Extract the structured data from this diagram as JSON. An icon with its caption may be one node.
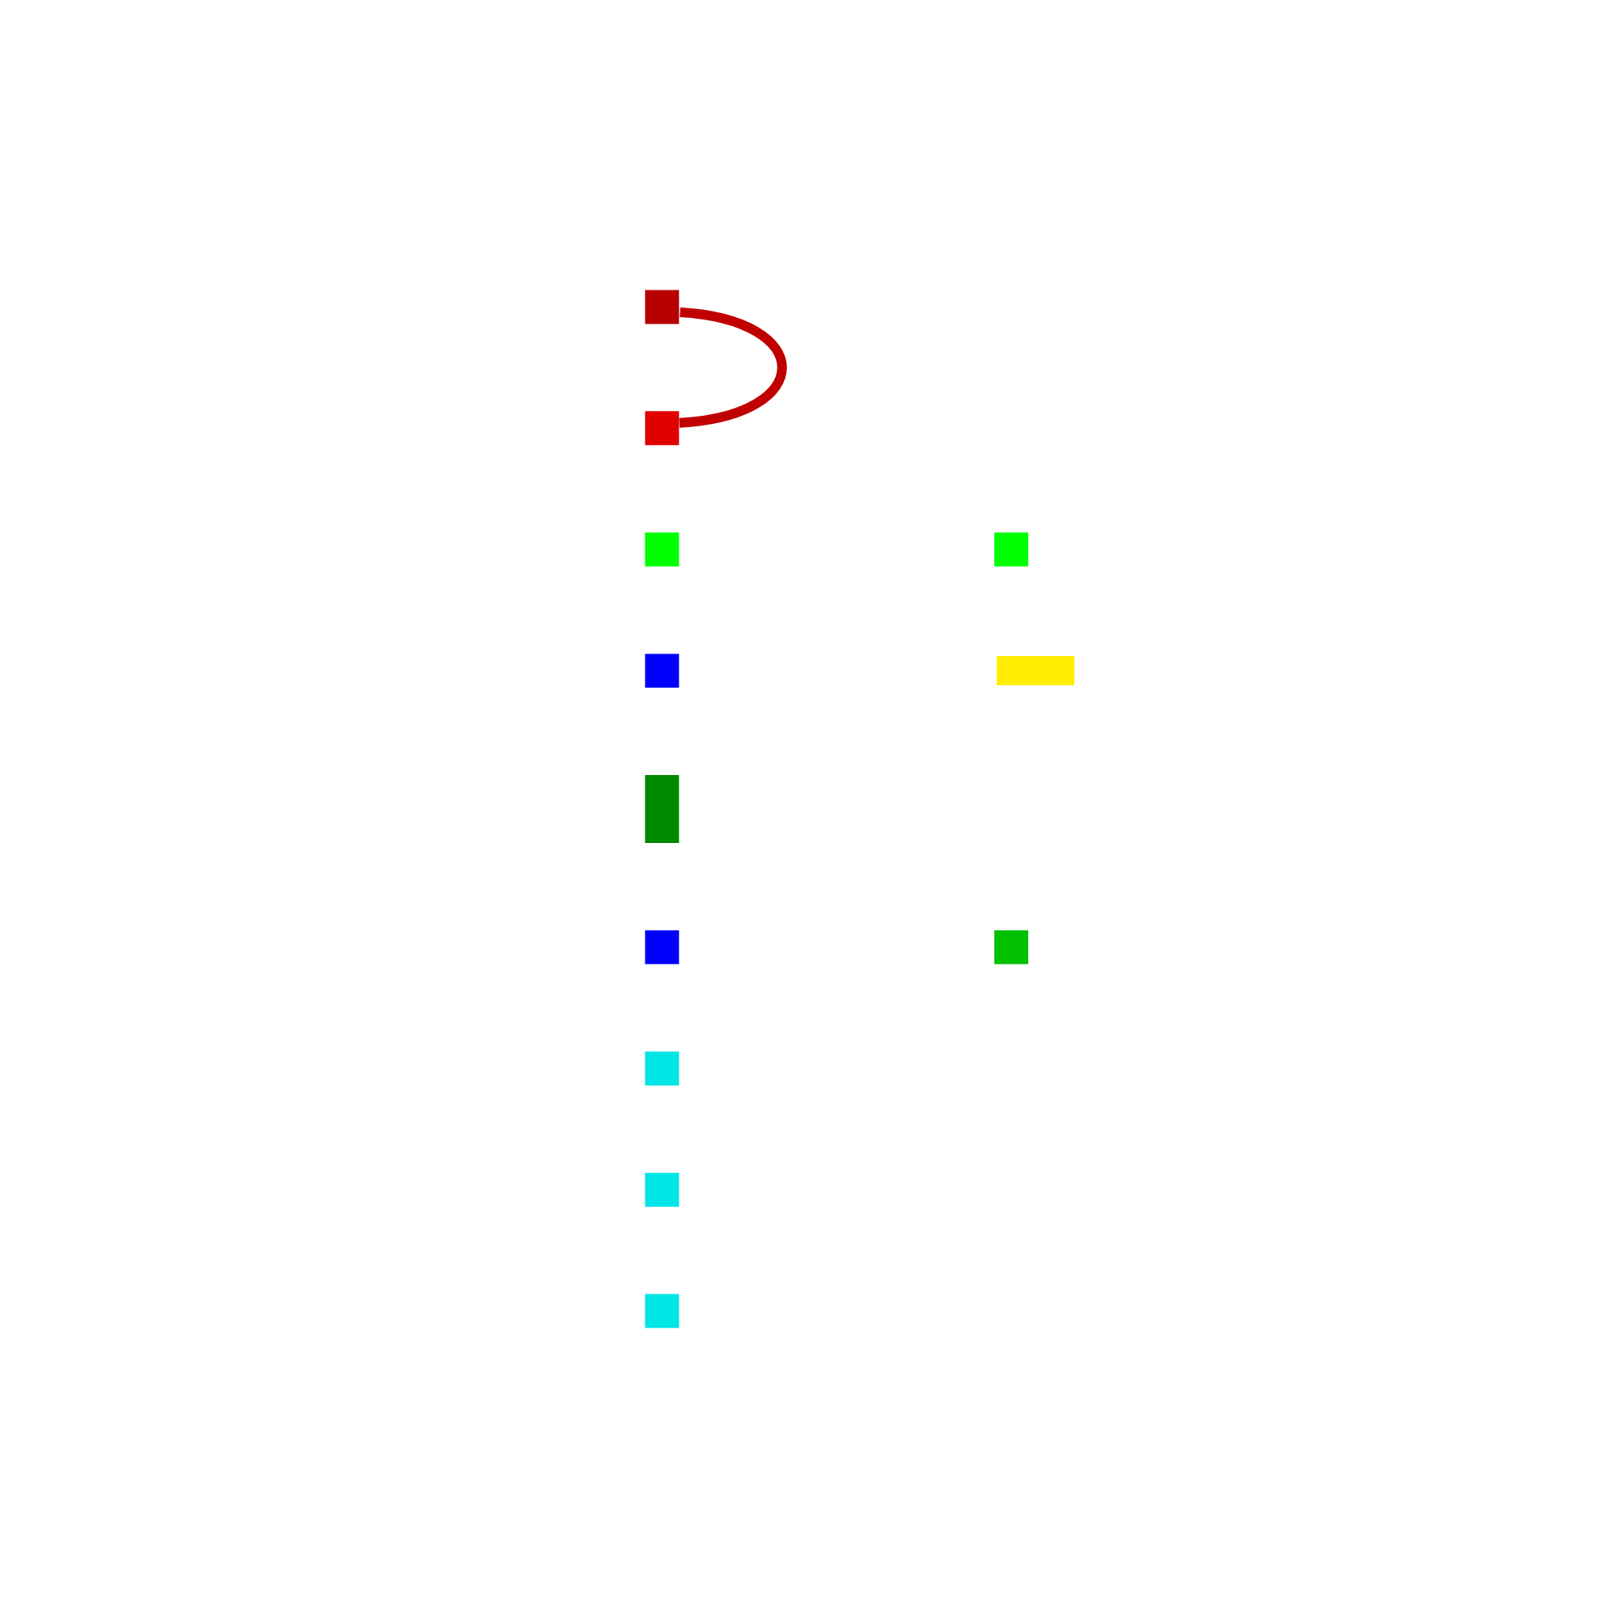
{
  "diagram": {
    "nodes": [
      {
        "text": [],
        "shape": "box"
      },
      {
        "text": [],
        "shape": "box"
      },
      {
        "text": [],
        "shape": "box"
      },
      {
        "text": [],
        "shape": "box"
      },
      {
        "text": [],
        "shape": "box"
      },
      {
        "text": [],
        "shape": "bar"
      },
      {
        "text": [],
        "shape": "bar"
      },
      {
        "text": [],
        "shape": "box"
      },
      {
        "text": [],
        "shape": "box"
      },
      {
        "text": [],
        "shape": "box"
      },
      {
        "text": [],
        "shape": "box"
      },
      {
        "text": [],
        "shape": "box"
      }
    ],
    "edges": [
      {
        "from": 0,
        "to": 1,
        "arrow": "none"
      }
    ]
  }
}
